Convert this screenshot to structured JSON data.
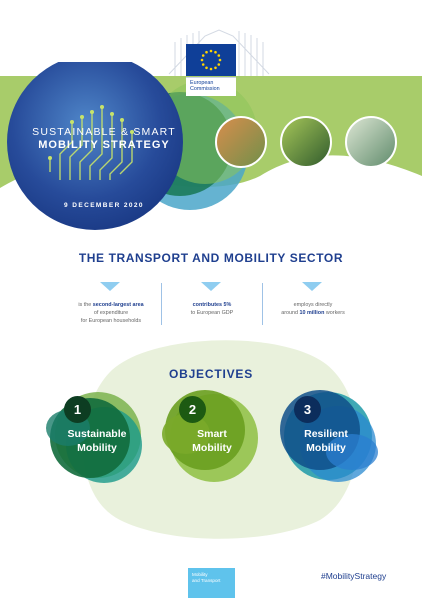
{
  "header": {
    "logo_line1": "European",
    "logo_line2": "Commission"
  },
  "hero": {
    "title_line1": "SUSTAINABLE & SMART",
    "title_line2": "MOBILITY STRATEGY",
    "date": "9 DECEMBER 2020",
    "photos": [
      "city-photo",
      "ev-charging-photo",
      "recycling-photo"
    ]
  },
  "sector": {
    "title": "THE TRANSPORT AND MOBILITY SECTOR",
    "stats": [
      {
        "pre": "is the ",
        "highlight": "second-largest area",
        "line2": "of expenditure",
        "line3": "for European households"
      },
      {
        "pre": "",
        "highlight": "contributes 5%",
        "line2": "to European GDP",
        "line3": ""
      },
      {
        "pre": "employs directly",
        "highlight_pre": "around ",
        "highlight": "10 million",
        "highlight_post": " workers"
      }
    ]
  },
  "objectives": {
    "title": "OBJECTIVES",
    "items": [
      {
        "number": "1",
        "line1": "Sustainable",
        "line2": "Mobility",
        "color": "#1a7a4a"
      },
      {
        "number": "2",
        "line1": "Smart",
        "line2": "Mobility",
        "color": "#6a9e1f"
      },
      {
        "number": "3",
        "line1": "Resilient",
        "line2": "Mobility",
        "color": "#1a6aa0"
      }
    ]
  },
  "footer": {
    "box_line1": "Mobility",
    "box_line2": "and Transport",
    "hashtag": "#MobilityStrategy"
  },
  "colors": {
    "brand_blue": "#1f3f8f",
    "green_band": "#a8cc6a",
    "light_blue": "#8fcdf0"
  }
}
